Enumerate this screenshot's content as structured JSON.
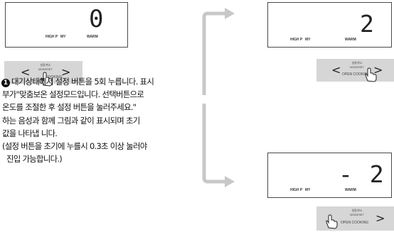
{
  "display_initial": {
    "value": "0",
    "indicator_left": "HIGH P",
    "indicator_mid": "MY",
    "indicator_right": "WARM"
  },
  "panel_initial": {
    "label_top": "설정/취소",
    "label_bottom": "MODESET",
    "option": "COOKING",
    "prev": "<",
    "next": ">"
  },
  "display_up": {
    "value": "2",
    "indicator_left": "HIGH P",
    "indicator_mid": "MY",
    "indicator_right": "WARM"
  },
  "panel_up": {
    "label_top": "설정/취소",
    "label_bottom": "MODESET",
    "option": "OPEN COOKING",
    "prev": "<",
    "next": ">"
  },
  "display_down": {
    "value": "- 2",
    "indicator_left": "HIGH P",
    "indicator_mid": "MY",
    "indicator_right": "WARM"
  },
  "panel_down": {
    "label_top": "설정/취소",
    "label_bottom": "MODESET",
    "option": "OPEN COOKING",
    "next": ">"
  },
  "instructions": {
    "step_number": "1",
    "lines": [
      "대기상태에서 설정 버튼을 5회 누릅니다. 표시",
      "부가\"맞춤보온 설정모드입니다. 선택버튼으로",
      "온도를 조절한 후 설정 버튼을 눌러주세요.\"",
      "하는 음성과 함께 그림과 같이 표시되며 초기",
      "값을 나타냅 니다.",
      "(설정 버튼을 초기에 누를시 0.3초 이상 눌러야",
      "진입 가능합니다.)"
    ]
  },
  "colors": {
    "panel": "#d6d6d6",
    "bracket": "#c8c8c8",
    "border": "#4a4a4a"
  }
}
